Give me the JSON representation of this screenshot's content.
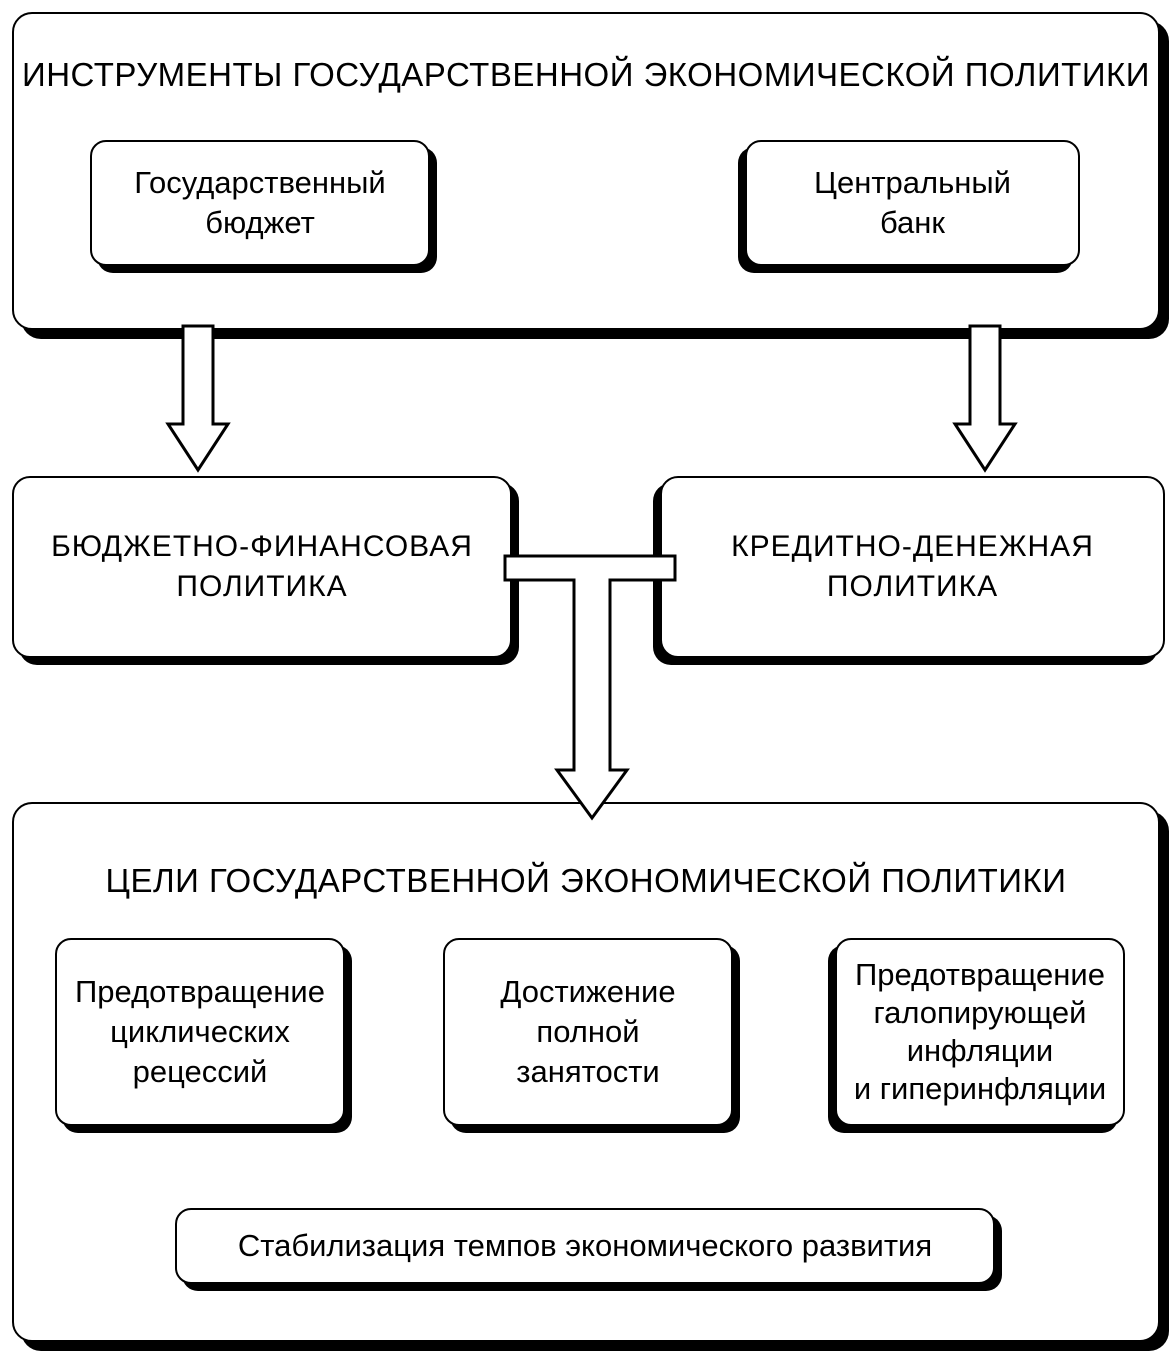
{
  "instruments": {
    "title": "ИНСТРУМЕНТЫ ГОСУДАРСТВЕННОЙ ЭКОНОМИЧЕСКОЙ ПОЛИТИКИ",
    "budget": "Государственный\nбюджет",
    "central_bank": "Центральный\nбанк"
  },
  "policies": {
    "fiscal": "БЮДЖЕТНО-ФИНАНСОВАЯ\nПОЛИТИКА",
    "monetary": "КРЕДИТНО-ДЕНЕЖНАЯ\nПОЛИТИКА"
  },
  "goals": {
    "title": "ЦЕЛИ ГОСУДАРСТВЕННОЙ ЭКОНОМИЧЕСКОЙ ПОЛИТИКИ",
    "items": [
      "Предотвращение\nциклических\nрецессий",
      "Достижение\nполной\nзанятости",
      "Предотвращение\nгалопирующей\nинфляции\nи гиперинфляции"
    ],
    "stabilization": "Стабилизация темпов экономического развития"
  }
}
